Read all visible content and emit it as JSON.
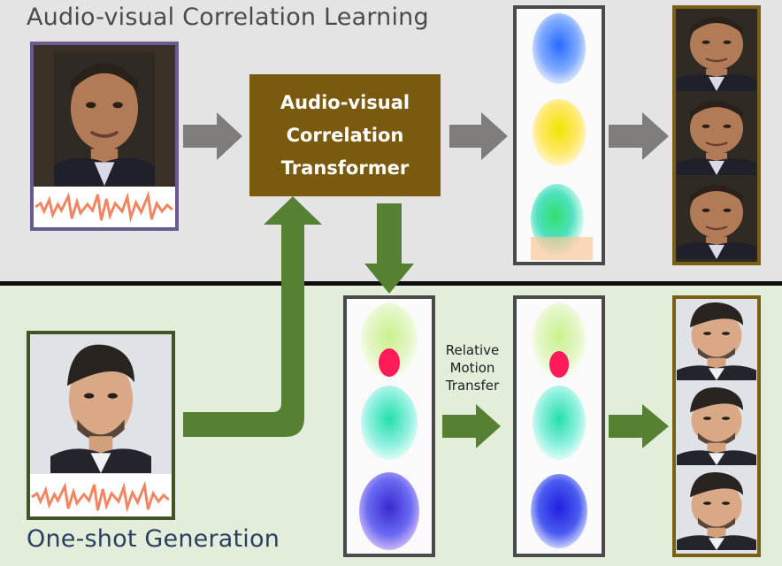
{
  "sections": {
    "top_title": "Audio-visual Correlation Learning",
    "bottom_title": "One-shot Generation"
  },
  "blocks": {
    "transformer_line1": "Audio-visual",
    "transformer_line2": "Correlation",
    "transformer_line3": "Transformer",
    "relative_motion_line1": "Relative",
    "relative_motion_line2": "Motion",
    "relative_motion_line3": "Transfer"
  },
  "colors": {
    "top_background": "#e4e4e4",
    "bottom_background": "#e2eeda",
    "transformer_fill": "#7a5a0e",
    "gray_arrow": "#7f7c7c",
    "green_arrow": "#568132",
    "source_frame_purple": "#6b5a92",
    "reference_frame_green": "#3f5528",
    "output_frame_gold": "#7a6016",
    "flow_frame_gray": "#4a4a4a",
    "waveform": "#f08560"
  },
  "icons": {
    "source_speaker_photo": "photo-icon",
    "reference_face_photo": "photo-icon",
    "audio_waveform": "waveform-icon",
    "motion_flow_maps": "optical-flow-icon"
  }
}
